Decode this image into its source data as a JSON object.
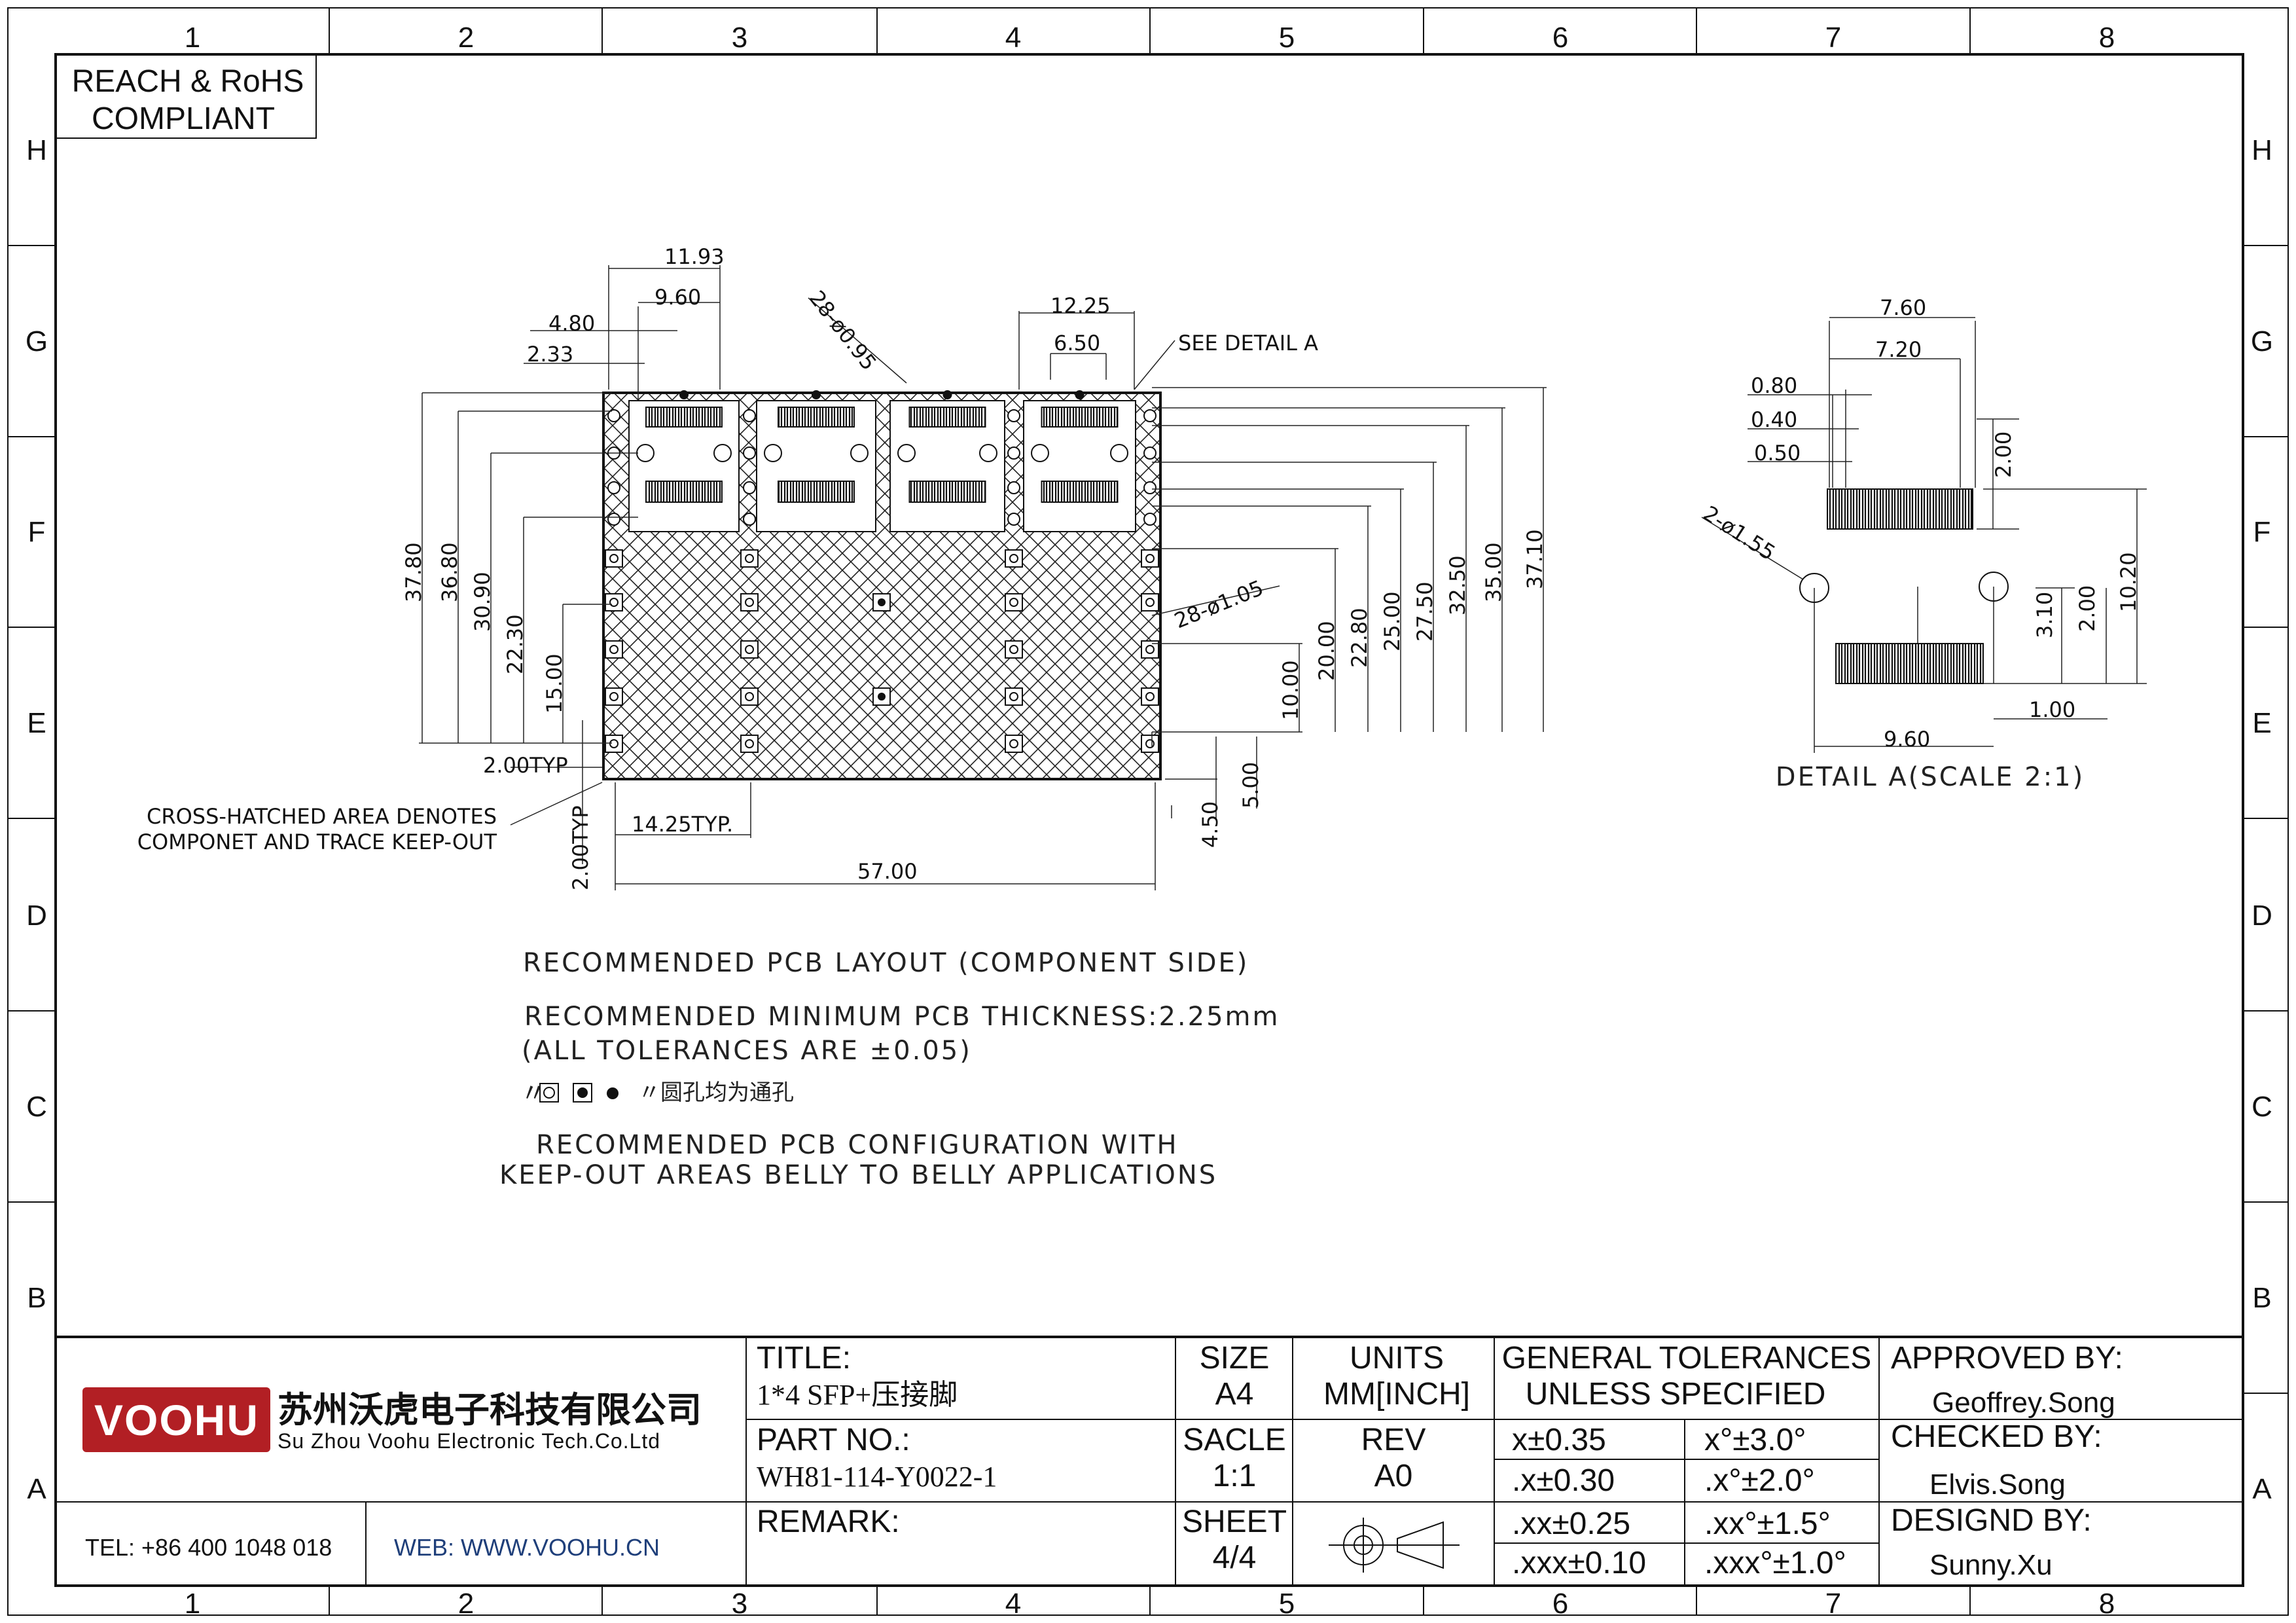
{
  "zones": {
    "columns": [
      "1",
      "2",
      "3",
      "4",
      "5",
      "6",
      "7",
      "8"
    ],
    "rows": [
      "H",
      "G",
      "F",
      "E",
      "D",
      "C",
      "B",
      "A"
    ]
  },
  "compliance": {
    "line1": "REACH & RoHS",
    "line2": "COMPLIANT"
  },
  "drawing": {
    "dims_top": {
      "d1193": "11.93",
      "d960": "9.60",
      "d480": "4.80",
      "d233": "2.33",
      "holes095": "28-ø0.95",
      "d1225": "12.25",
      "d650": "6.50",
      "see_detail": "SEE DETAIL A"
    },
    "dims_left": [
      "37.80",
      "36.80",
      "30.90",
      "22.30",
      "15.00"
    ],
    "dims_right": [
      "10.00",
      "20.00",
      "22.80",
      "25.00",
      "27.50",
      "32.50",
      "35.00",
      "37.10"
    ],
    "holes105": "28-ø1.05",
    "typ_h": "2.00TYP",
    "typ_v": "2.00TYP",
    "pitch": "14.25TYP.",
    "width": "57.00",
    "d450": "4.50",
    "d500": "5.00",
    "keepout_note": [
      "CROSS-HATCHED AREA DENOTES",
      "COMPONET AND TRACE KEEP-OUT"
    ]
  },
  "detail": {
    "d760": "7.60",
    "d720": "7.20",
    "d080": "0.80",
    "d040": "0.40",
    "d050": "0.50",
    "d200a": "2.00",
    "holes155": "2-ø1.55",
    "d1020": "10.20",
    "d310": "3.10",
    "d200b": "2.00",
    "d960": "9.60",
    "d100": "1.00",
    "caption": "DETAIL A(SCALE 2:1)"
  },
  "notes": {
    "layout": "RECOMMENDED PCB LAYOUT (COMPONENT SIDE)",
    "thickness": "RECOMMENDED MINIMUM PCB THICKNESS:2.25mm",
    "tolerance": "(ALL TOLERANCES ARE ±0.05)",
    "holes_quote_open": "〃",
    "holes_text": "〃圆孔均为通孔",
    "config1": "RECOMMENDED PCB CONFIGURATION WITH",
    "config2": "KEEP-OUT AREAS BELLY TO BELLY APPLICATIONS"
  },
  "title_block": {
    "logo_text": "VOOHU",
    "company_cn": "苏州沃虎电子科技有限公司",
    "company_en": "Su Zhou Voohu Electronic Tech.Co.Ltd",
    "tel": "TEL: +86 400 1048 018",
    "web": "WEB: WWW.VOOHU.CN",
    "title_label": "TITLE:",
    "title_value": "1*4 SFP+压接脚",
    "part_label": "PART NO.:",
    "part_value": "WH81-114-Y0022-1",
    "remark_label": "REMARK:",
    "size_label": "SIZE",
    "size_value": "A4",
    "scale_label": "SACLE",
    "scale_value": "1:1",
    "sheet_label": "SHEET",
    "sheet_value": "4/4",
    "units_label": "UNITS",
    "units_value": "MM[INCH]",
    "rev_label": "REV",
    "rev_value": "A0",
    "tol_title1": "GENERAL TOLERANCES",
    "tol_title2": "UNLESS SPECIFIED",
    "tolerances": [
      [
        "x±0.35",
        "x°±3.0°"
      ],
      [
        ".x±0.30",
        ".x°±2.0°"
      ],
      [
        ".xx±0.25",
        ".xx°±1.5°"
      ],
      [
        ".xxx±0.10",
        ".xxx°±1.0°"
      ]
    ],
    "approved_label": "APPROVED BY:",
    "approved_value": "Geoffrey.Song",
    "checked_label": "CHECKED BY:",
    "checked_value": "Elvis.Song",
    "designed_label": "DESIGND BY:",
    "designed_value": "Sunny.Xu"
  },
  "colors": {
    "brand_red": "#b21f24",
    "web_blue": "#1f3f7a"
  }
}
